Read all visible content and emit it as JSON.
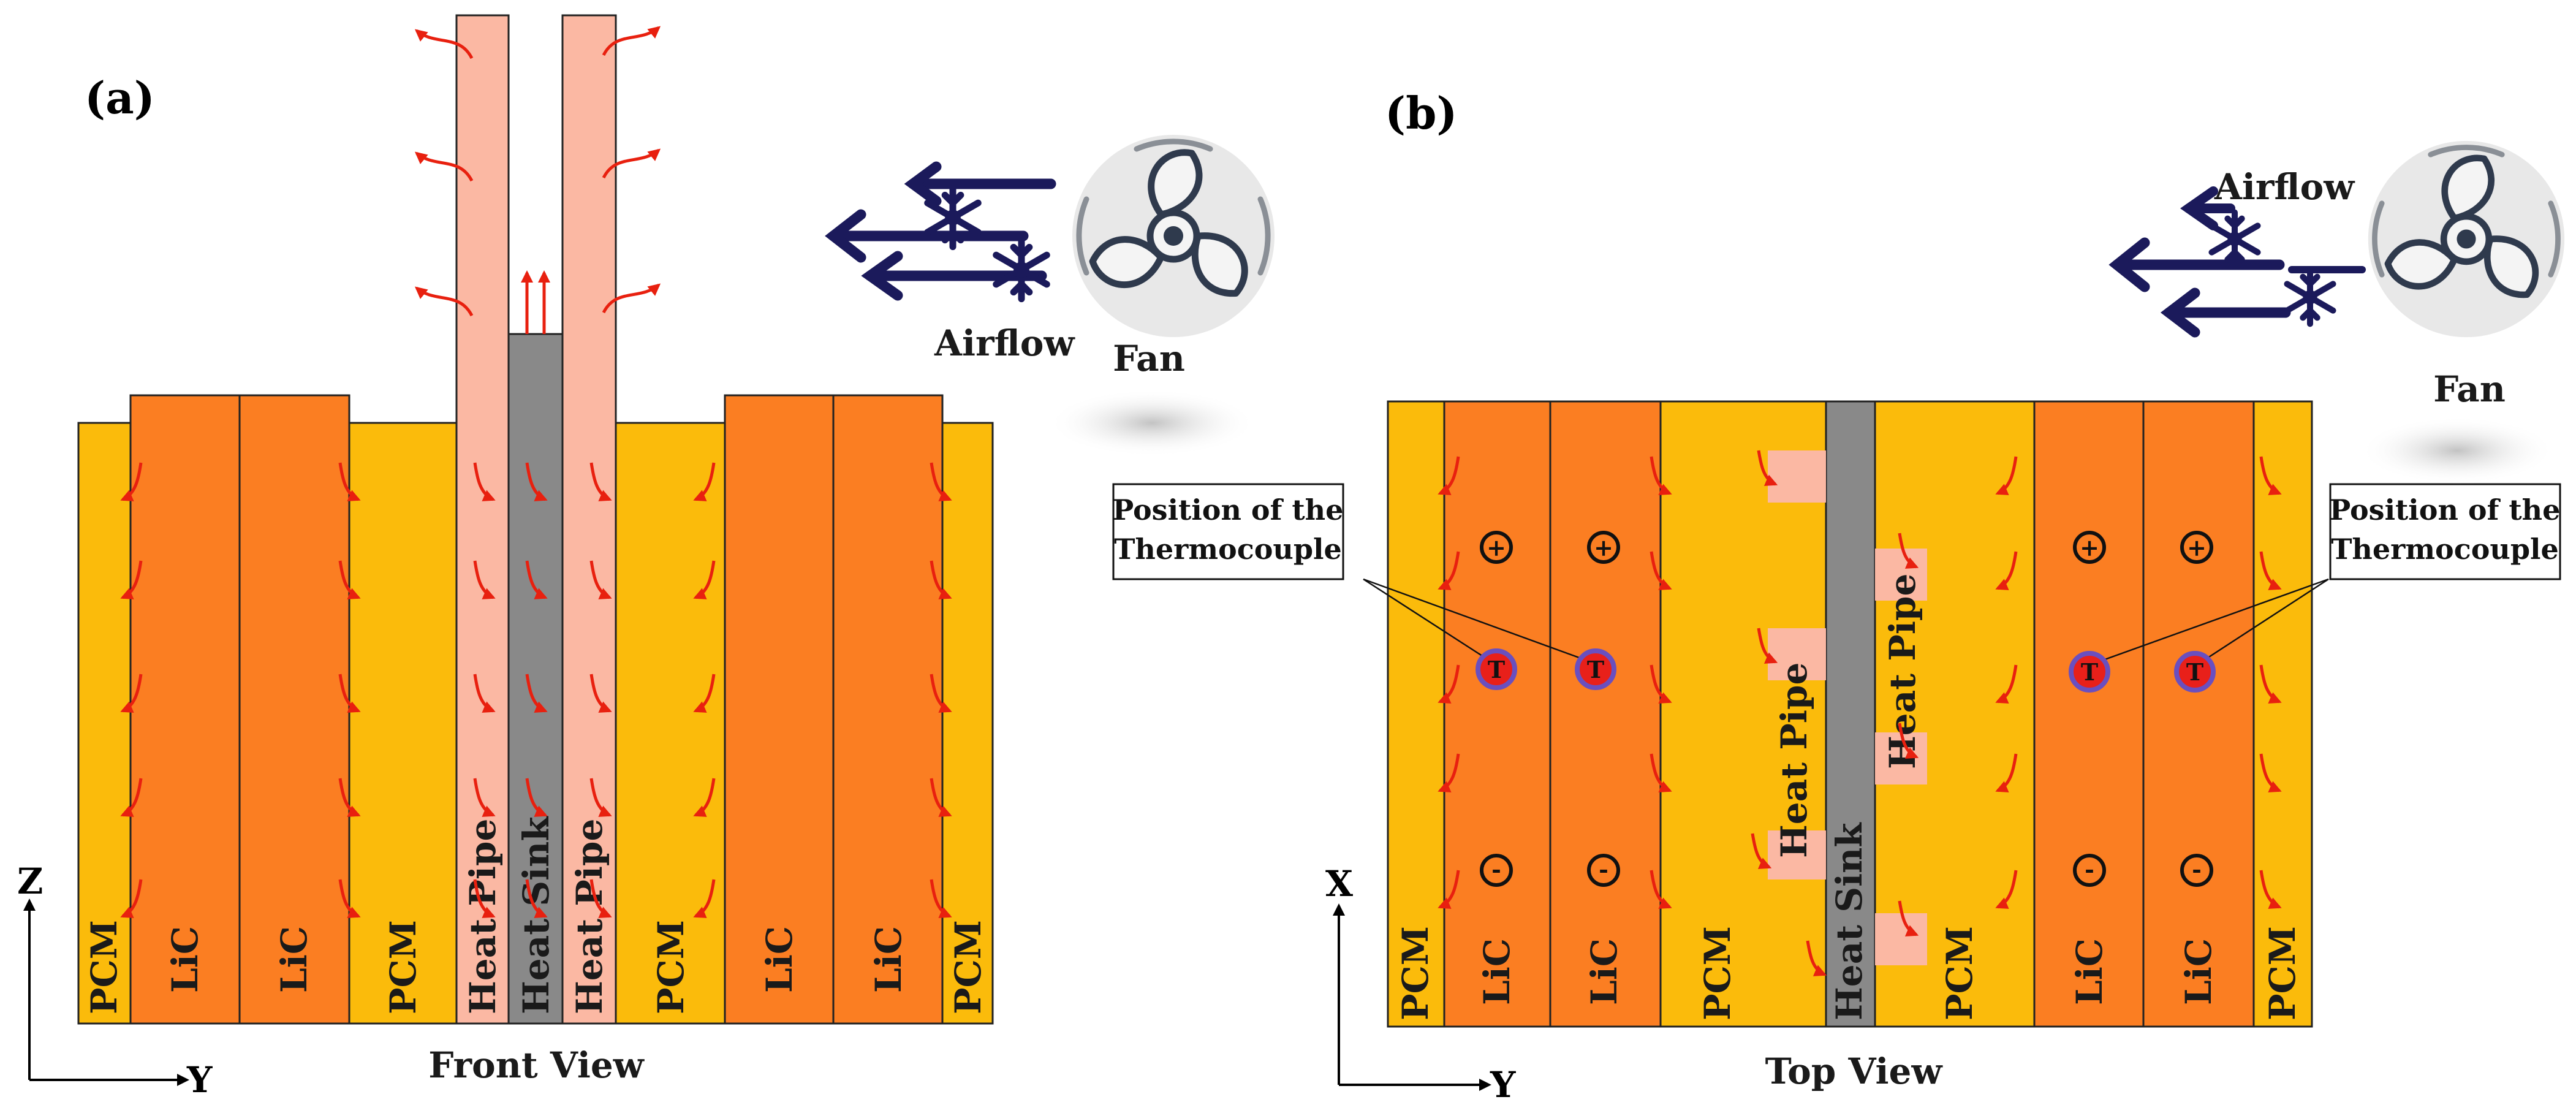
{
  "panel_a": {
    "label": "(a)",
    "caption": "Front View",
    "axes": {
      "vertical": "Z",
      "horizontal": "Y"
    },
    "columns": [
      "PCM",
      "LiC",
      "LiC",
      "PCM",
      "Heat Pipe",
      "Heat Sink",
      "Heat Pipe",
      "PCM",
      "LiC",
      "LiC",
      "PCM"
    ],
    "airflow_label": "Airflow",
    "fan_label": "Fan"
  },
  "panel_b": {
    "label": "(b)",
    "caption": "Top View",
    "axes": {
      "vertical": "X",
      "horizontal": "Y"
    },
    "columns": [
      "PCM",
      "LiC",
      "LiC",
      "PCM",
      "Heat Sink",
      "PCM",
      "LiC",
      "LiC",
      "PCM"
    ],
    "heat_pipe_labels": [
      "Heat Pipe",
      "Heat Pipe"
    ],
    "terminal_positive": "+",
    "terminal_negative": "-",
    "thermocouple_marker": "T",
    "callout_left": [
      "Position of the",
      "Thermocouple"
    ],
    "callout_right": [
      "Position of the",
      "Thermocouple"
    ],
    "airflow_label": "Airflow",
    "fan_label": "Fan"
  },
  "colors": {
    "pcm": "#fbbb0b",
    "lic": "#fb7e22",
    "heat_pipe": "#fbb8a3",
    "heat_sink": "#898989",
    "heat_arrow": "#e8200f",
    "airflow": "#1b1a5b",
    "fan": "#2f3a4d",
    "thermocouple": "#e8201a"
  }
}
